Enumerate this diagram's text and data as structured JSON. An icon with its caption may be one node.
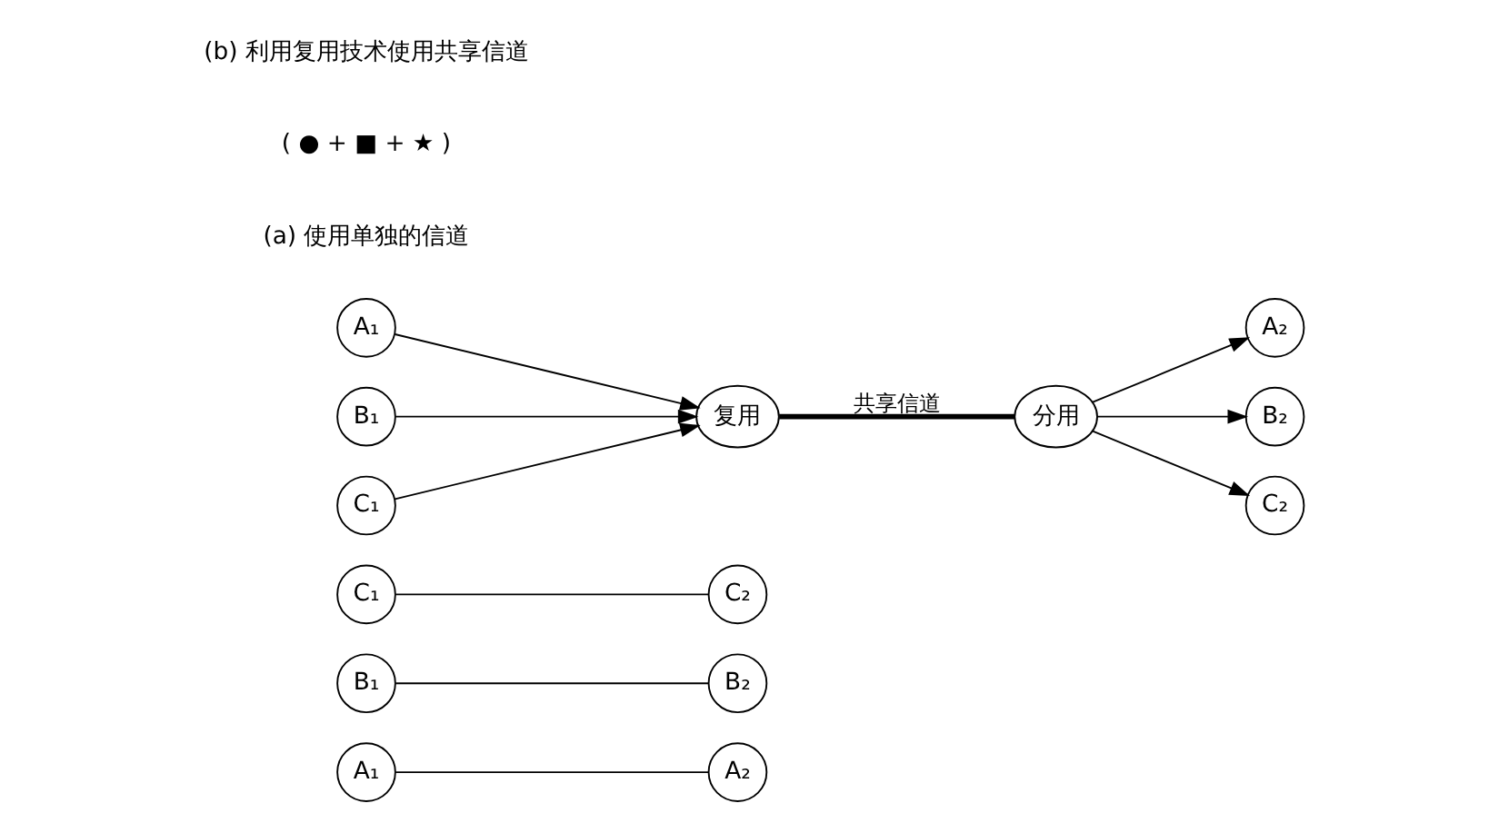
{
  "diagram": {
    "nodes": [
      {
        "text": [
          "A₁"
        ]
      },
      {
        "text": [
          "B₁"
        ]
      },
      {
        "text": [
          "C₁"
        ]
      },
      {
        "text": [
          "A₂"
        ]
      },
      {
        "text": [
          "B₂"
        ]
      },
      {
        "text": [
          "C₂"
        ]
      },
      {
        "text": [
          "A₁"
        ]
      },
      {
        "text": [
          "B₁"
        ]
      },
      {
        "text": [
          "C₁"
        ]
      },
      {
        "text": [
          "复用"
        ]
      },
      {
        "text": [
          "分用"
        ]
      },
      {
        "text": [
          "A₂"
        ]
      },
      {
        "text": [
          "B₂"
        ]
      },
      {
        "text": [
          "C₂"
        ]
      }
    ],
    "edges": [
      {
        "from": 0,
        "to": 3,
        "arrow": "none"
      },
      {
        "from": 1,
        "to": 4,
        "arrow": "none"
      },
      {
        "from": 2,
        "to": 5,
        "arrow": "none"
      },
      {
        "from": 6,
        "to": 9,
        "arrow": "to"
      },
      {
        "from": 7,
        "to": 9,
        "arrow": "to"
      },
      {
        "from": 8,
        "to": 9,
        "arrow": "to"
      },
      {
        "from": 9,
        "to": 10,
        "arrow": "none",
        "label": "共享信道",
        "style": "thick"
      },
      {
        "from": 10,
        "to": 11,
        "arrow": "to"
      },
      {
        "from": 10,
        "to": 12,
        "arrow": "to"
      },
      {
        "from": 10,
        "to": 13,
        "arrow": "to"
      }
    ],
    "labels": [
      "(a) 使用单独的信道",
      "( ● + ■ + ★ )",
      "(b) 利用复用技术使用共享信道"
    ]
  }
}
